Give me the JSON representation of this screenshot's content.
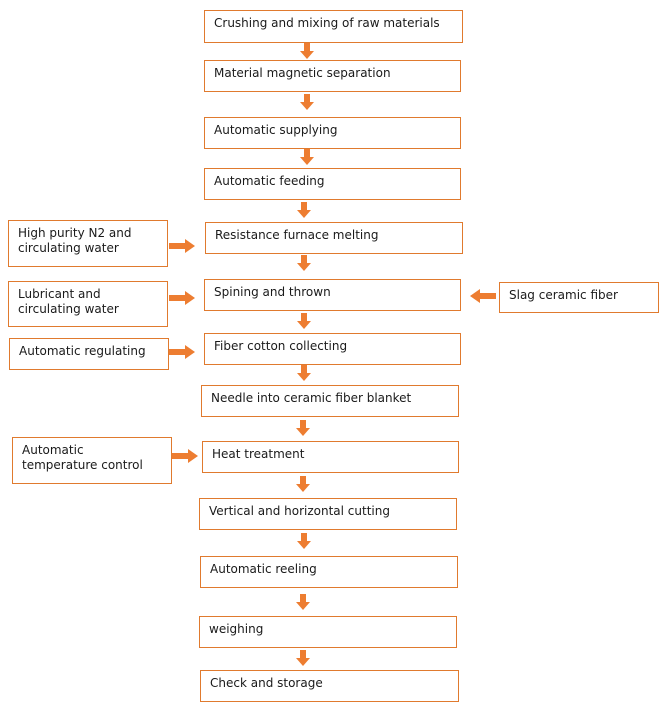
{
  "steps": [
    "Crushing and mixing of raw materials",
    "Material magnetic separation",
    "Automatic supplying",
    "Automatic feeding",
    "Resistance furnace melting",
    "Spining and thrown",
    "Fiber cotton collecting",
    "Needle into ceramic fiber blanket",
    "Heat treatment",
    "Vertical and horizontal cutting",
    "Automatic reeling",
    "weighing",
    "Check and storage"
  ],
  "inputs": {
    "n2_water": "High purity N2 and circulating water",
    "lubricant_water": "Lubricant and circulating water",
    "auto_regulating": "Automatic regulating",
    "auto_temp_control": "Automatic temperature control",
    "slag_fiber": "Slag ceramic fiber"
  },
  "colors": {
    "arrow": "#ed7d31",
    "box_border": "#e07a2e"
  }
}
